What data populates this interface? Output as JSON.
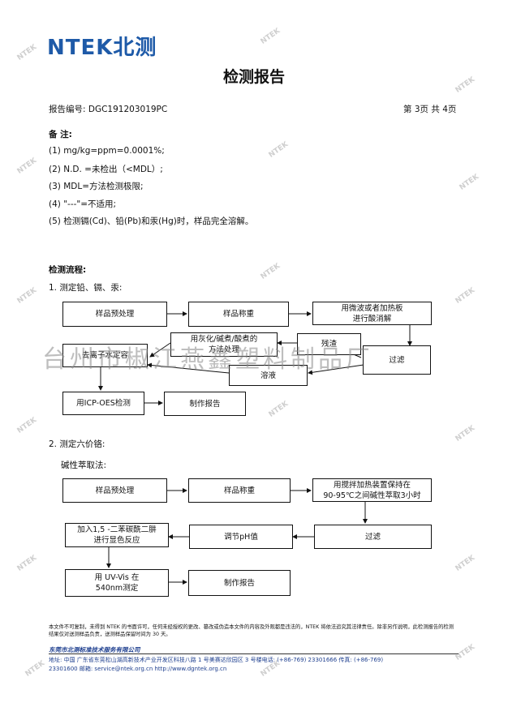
{
  "header": {
    "logo_text": "NTEK北测",
    "title": "检测报告",
    "report_no": "报告编号: DGC191203019PC",
    "page_info": "第 3页  共 4页"
  },
  "notes": {
    "heading": "备 注:",
    "items": [
      "(1) mg/kg=ppm=0.0001%;",
      "(2) N.D. =未检出（<MDL）;",
      "(3) MDL=方法检测极限;",
      "(4) \"---\"=不适用;",
      "(5) 检测镉(Cd)、铅(Pb)和汞(Hg)时，样品完全溶解。"
    ]
  },
  "flow": {
    "heading": "检测流程:",
    "section1_title": "1. 测定铅、镉、汞:",
    "s1_boxes": {
      "pre": "样品预处理",
      "weigh": "样品称重",
      "digest": "用微波或者加热板\n进行酸消解",
      "ash": "用灰化/碱煮/酸煮的\n方法处理",
      "residue": "残渣",
      "filter": "过滤",
      "dilute": "去离子水定容",
      "solution": "溶液",
      "icp": "用ICP-OES检测",
      "report": "制作报告"
    },
    "section2_title": "2. 测定六价铬:",
    "section2_sub": "碱性萃取法:",
    "s2_boxes": {
      "pre": "样品预处理",
      "weigh": "样品称重",
      "extract": "用搅拌加热装置保持在\n90-95℃之间碱性萃取3小时",
      "color": "加入1,5 -二苯碳酰二肼\n进行显色反应",
      "ph": "调节pH值",
      "filter": "过滤",
      "uv": "用 UV-Vis 在\n540nm测定",
      "report": "制作报告"
    }
  },
  "watermark": {
    "text": "台州市椒江燕鑫塑料制品厂",
    "ntek": "NTEK"
  },
  "footer": {
    "disclaimer": "本文件不可复制，未得到 NTEK 的书面许可，任何未经授权的更改、篡改或伪造本文件的内容及外观都是违法的，NTEK 将依法追究其法律责任。除非另作说明，此检测报告的检测结果仅对送测样品负责，送测样品保留时间为 30 天。",
    "company": "东莞市北测标准技术服务有限公司",
    "address": "地址:  中国  广东省东莞松山湖高新技术产业开发区科技八路 1 号美赛达欣园区 3 号楼电话: (+86-769) 23301666          传真: (+86-769)",
    "address2": "23301600          邮箱: service@ntek.org.cn          http://www.dgntek.org.cn"
  },
  "colors": {
    "brand_blue": "#1e5aa8",
    "footer_blue": "#1e3f8f"
  }
}
